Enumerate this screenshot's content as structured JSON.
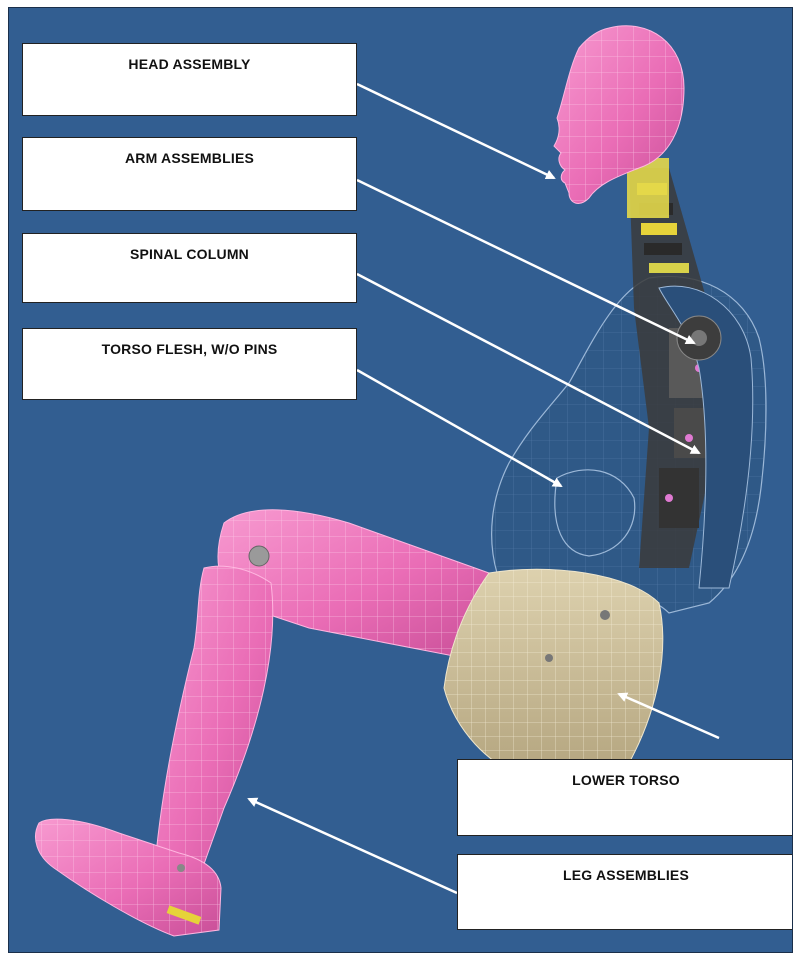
{
  "labels": {
    "head": "HEAD ASSEMBLY",
    "arms": "ARM ASSEMBLIES",
    "spine": "SPINAL COLUMN",
    "torso_flesh": "TORSO FLESH, W/O PINS",
    "lower_torso": "LOWER TORSO",
    "legs": "LEG ASSEMBLIES"
  },
  "colors": {
    "background": "#325e91",
    "flesh_pink": "#ec6fb8",
    "pelvis": "#c9bb97",
    "jacket": "#2d5580",
    "arrow": "#ffffff",
    "spine_dark": "#3a3a3a",
    "spine_yellow": "#e6d33a"
  }
}
